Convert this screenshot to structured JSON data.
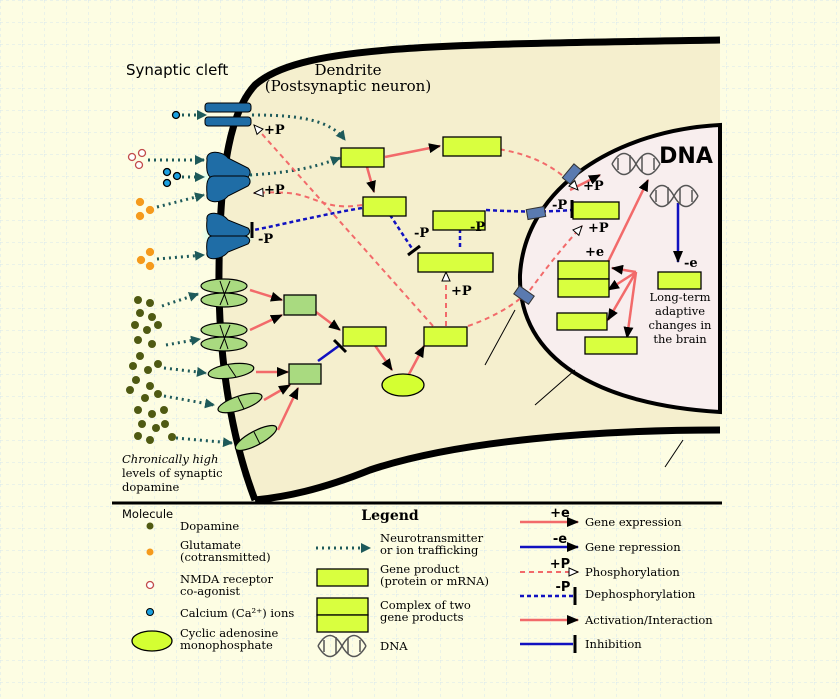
{
  "labels": {
    "synaptic_cleft": "Synaptic cleft",
    "dendrite_line1": "Dendrite",
    "dendrite_line2": "(Postsynaptic neuron)",
    "dna": "DNA",
    "longterm_line1": "Long-term",
    "longterm_line2": "adaptive",
    "longterm_line3": "changes in",
    "longterm_line4": "the brain",
    "dopamine_line1": "Chronically high",
    "dopamine_line2": "levels of synaptic",
    "dopamine_line3": "dopamine"
  },
  "arrow_labels": {
    "plus_p": "+P",
    "minus_p": "-P",
    "plus_e": "+e",
    "minus_e": "-e"
  },
  "legend": {
    "title": "Legend",
    "molecule_header": "Molecule",
    "molecules": [
      {
        "lines": [
          "Dopamine"
        ]
      },
      {
        "lines": [
          "Glutamate",
          "(cotransmitted)"
        ]
      },
      {
        "lines": [
          "NMDA receptor",
          "co-agonist"
        ]
      },
      {
        "lines": [
          "Calcium (Ca²⁺) ions"
        ]
      },
      {
        "lines": [
          "Cyclic adenosine",
          "monophosphate"
        ]
      }
    ],
    "shapes": [
      {
        "lines": [
          "Neurotransmitter",
          "or ion trafficking"
        ]
      },
      {
        "lines": [
          "Gene product",
          "(protein or mRNA)"
        ]
      },
      {
        "lines": [
          "Complex of two",
          "gene products"
        ]
      },
      {
        "lines": [
          "DNA"
        ]
      }
    ],
    "arrows": [
      {
        "tag": "+e",
        "label": "Gene expression"
      },
      {
        "tag": "-e",
        "label": "Gene repression"
      },
      {
        "tag": "+P",
        "label": "Phosphorylation"
      },
      {
        "tag": "-P",
        "label": "Dephosphorylation"
      },
      {
        "tag": "",
        "label": "Activation/Interaction"
      },
      {
        "tag": "",
        "label": "Inhibition"
      }
    ]
  },
  "colors": {
    "background": "#fdfde3",
    "grid": "#d7e6ee",
    "dendrite": "#f5efce",
    "nucleus": "#f8eeee",
    "gene_product": "#d9ff3f",
    "gene_product_pale": "#a9da80",
    "receptor": "#1f6da6",
    "activation": "#f26a6a",
    "repression": "#1111c0",
    "dopamine": "#4f5a12",
    "glutamate": "#f59a1c",
    "nmda": "#c24b4b",
    "calcium": "#1aa0e0",
    "camp": "#d4ff32",
    "trafficking": "#1e5a5a"
  }
}
